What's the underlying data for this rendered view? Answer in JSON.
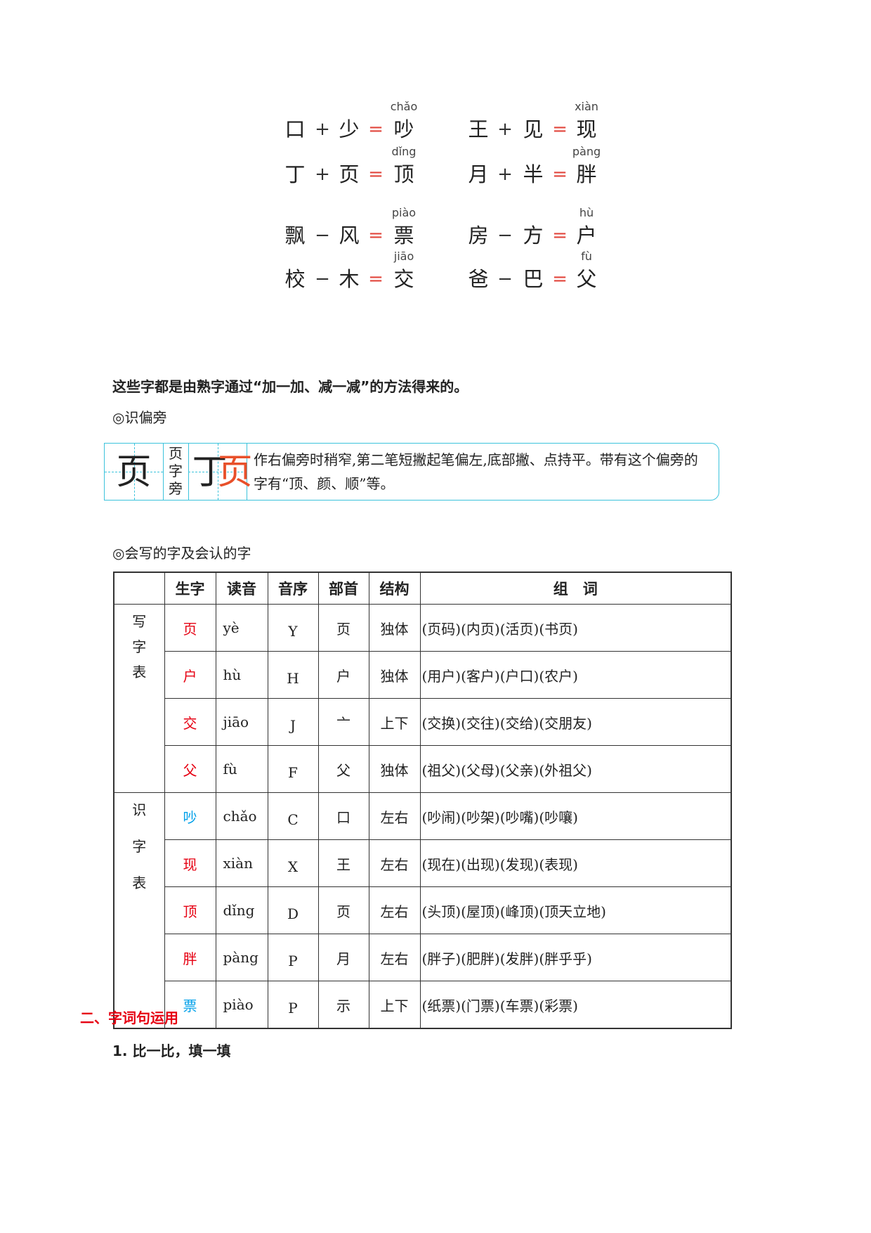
{
  "equations": [
    {
      "a": "口",
      "op": "+",
      "b": "少",
      "eq": "=",
      "result": "吵",
      "pinyin": "chǎo"
    },
    {
      "a": "王",
      "op": "+",
      "b": "见",
      "eq": "=",
      "result": "现",
      "pinyin": "xiàn"
    },
    {
      "a": "丁",
      "op": "+",
      "b": "页",
      "eq": "=",
      "result": "顶",
      "pinyin": "dǐng"
    },
    {
      "a": "月",
      "op": "+",
      "b": "半",
      "eq": "=",
      "result": "胖",
      "pinyin": "pàng"
    },
    {
      "a": "飘",
      "op": "−",
      "b": "风",
      "eq": "=",
      "result": "票",
      "pinyin": "piào"
    },
    {
      "a": "房",
      "op": "−",
      "b": "方",
      "eq": "=",
      "result": "户",
      "pinyin": "hù"
    },
    {
      "a": "校",
      "op": "−",
      "b": "木",
      "eq": "=",
      "result": "交",
      "pinyin": "jiāo"
    },
    {
      "a": "爸",
      "op": "−",
      "b": "巴",
      "eq": "=",
      "result": "父",
      "pinyin": "fù"
    }
  ],
  "summary": "这些字都是由熟字通过“加一加、减一减”的方法得来的。",
  "radical_heading": "◎识偏旁",
  "radical_box": {
    "radical": "页",
    "label": [
      "页",
      "字",
      "旁"
    ],
    "example_left": "丁",
    "example_right": "页",
    "description": "作右偏旁时稍窄,第二笔短撇起笔偏左,底部撇、点持平。带有这个偏旁的字有“顶、颜、顺”等。"
  },
  "table_heading": "◎会写的字及会认的字",
  "table": {
    "headers": [
      "",
      "生字",
      "读音",
      "音序",
      "部首",
      "结构",
      "组　词"
    ],
    "groups": [
      {
        "label": [
          "写",
          "字",
          "表"
        ],
        "rows": [
          {
            "char": "页",
            "color": "#e60012",
            "pinyin": "yè",
            "letter": "Y",
            "radical": "页",
            "structure": "独体",
            "words": "(页码)(内页)(活页)(书页)"
          },
          {
            "char": "户",
            "color": "#e60012",
            "pinyin": "hù",
            "letter": "H",
            "radical": "户",
            "structure": "独体",
            "words": "(用户)(客户)(户口)(农户)"
          },
          {
            "char": "交",
            "color": "#e60012",
            "pinyin": "jiāo",
            "letter": "J",
            "radical": "亠",
            "structure": "上下",
            "words": "(交换)(交往)(交给)(交朋友)"
          },
          {
            "char": "父",
            "color": "#e60012",
            "pinyin": "fù",
            "letter": "F",
            "radical": "父",
            "structure": "独体",
            "words": "(祖父)(父母)(父亲)(外祖父)"
          }
        ]
      },
      {
        "label": [
          "识",
          "字",
          "表"
        ],
        "rows": [
          {
            "char": "吵",
            "color": "#00a0e9",
            "pinyin": "chǎo",
            "letter": "C",
            "radical": "口",
            "structure": "左右",
            "words": "(吵闹)(吵架)(吵嘴)(吵嚷)"
          },
          {
            "char": "现",
            "color": "#e60012",
            "pinyin": "xiàn",
            "letter": "X",
            "radical": "王",
            "structure": "左右",
            "words": "(现在)(出现)(发现)(表现)"
          },
          {
            "char": "顶",
            "color": "#e60012",
            "pinyin": "dǐng",
            "letter": "D",
            "radical": "页",
            "structure": "左右",
            "words": "(头顶)(屋顶)(峰顶)(顶天立地)"
          },
          {
            "char": "胖",
            "color": "#e60012",
            "pinyin": "pàng",
            "letter": "P",
            "radical": "月",
            "structure": "左右",
            "words": "(胖子)(肥胖)(发胖)(胖乎乎)"
          },
          {
            "char": "票",
            "color": "#00a0e9",
            "pinyin": "piào",
            "letter": "P",
            "radical": "示",
            "structure": "上下",
            "words": "(纸票)(门票)(车票)(彩票)"
          }
        ]
      }
    ]
  },
  "section_title": "二、字词句运用",
  "exercise_title": "1. 比一比，填一填",
  "colors": {
    "red": "#e60012",
    "cyan": "#00a0e9",
    "box_border": "#3cc3dc",
    "equals": "#e2463c",
    "radical_accent": "#e8502a"
  }
}
